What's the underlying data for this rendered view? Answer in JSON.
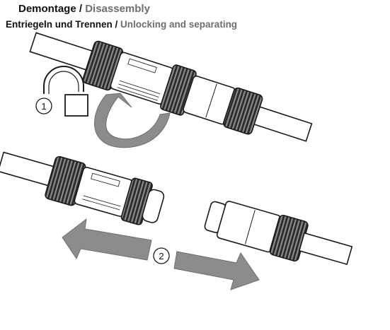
{
  "header": {
    "title_de": "Demontage",
    "separator": " / ",
    "title_en": "Disassembly",
    "subtitle_de": "Entriegeln und Trennen",
    "subtitle_en": "Unlocking and separating"
  },
  "steps": [
    {
      "number": "1"
    },
    {
      "number": "2"
    }
  ],
  "colors": {
    "arrow": "#8c8c8c",
    "outline": "#1a1a1a",
    "text_gray": "#6e6e6e"
  },
  "icons": [
    "open-padlock-icon",
    "rotate-arrow-icon",
    "pull-left-arrow-icon",
    "pull-right-arrow-icon"
  ]
}
